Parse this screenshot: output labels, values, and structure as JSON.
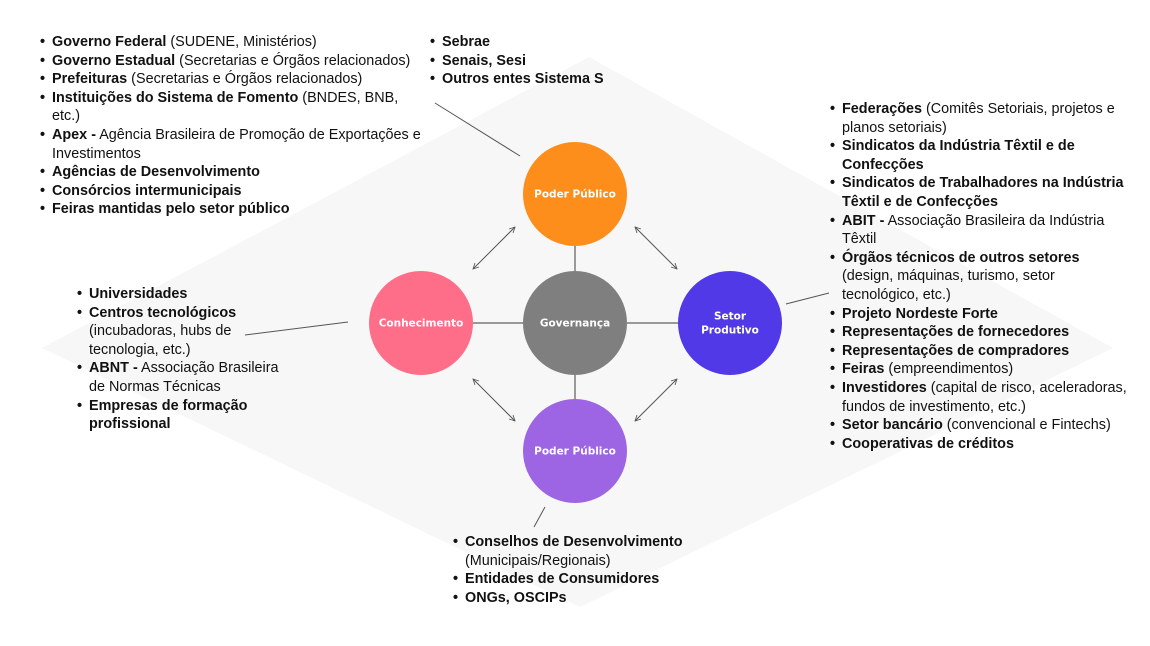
{
  "colors": {
    "background_shape": "#f7f7f7",
    "poder_publico_top": "#fd8e1b",
    "governanca": "#7f7f7f",
    "conhecimento": "#fe6e88",
    "setor_produtivo": "#5239e8",
    "poder_publico_bottom": "#9d65e3",
    "connector": "#666666"
  },
  "nodes": {
    "top": {
      "label": "Poder Público"
    },
    "center": {
      "label": "Governança"
    },
    "left": {
      "label": "Conhecimento"
    },
    "right": {
      "label_line1": "Setor",
      "label_line2": "Produtivo"
    },
    "bottom": {
      "label": "Poder Público"
    }
  },
  "lists": {
    "top_left": [
      {
        "bold": "Governo Federal",
        "normal": " (SUDENE, Ministérios)"
      },
      {
        "bold": "Governo Estadual",
        "normal": " (Secretarias e Órgãos relacionados)"
      },
      {
        "bold": "Prefeituras",
        "normal": " (Secretarias e Órgãos relacionados)"
      },
      {
        "bold": "Instituições do Sistema de Fomento",
        "normal": " (BNDES, BNB, etc.)"
      },
      {
        "bold": "Apex -",
        "normal": " Agência Brasileira de Promoção de Exportações e Investimentos"
      },
      {
        "bold": "Agências de Desenvolvimento",
        "normal": ""
      },
      {
        "bold": "Consórcios intermunicipais",
        "normal": ""
      },
      {
        "bold": "Feiras mantidas pelo setor público",
        "normal": ""
      }
    ],
    "top_center": [
      {
        "bold": "Sebrae",
        "normal": ""
      },
      {
        "bold": "Senais, Sesi",
        "normal": ""
      },
      {
        "bold": "Outros entes Sistema S",
        "normal": ""
      }
    ],
    "right": [
      {
        "bold": "Federações",
        "normal": " (Comitês Setoriais, projetos e planos setoriais)"
      },
      {
        "bold": "Sindicatos da Indústria Têxtil e de Confecções",
        "normal": ""
      },
      {
        "bold": "Sindicatos de Trabalhadores na Indústria Têxtil e de Confecções",
        "normal": ""
      },
      {
        "bold": "ABIT -",
        "normal": " Associação Brasileira da Indústria Têxtil"
      },
      {
        "bold": "Órgãos técnicos de outros setores",
        "normal": " (design, máquinas, turismo, setor tecnológico, etc.)"
      },
      {
        "bold": "Projeto Nordeste Forte",
        "normal": ""
      },
      {
        "bold": "Representações de fornecedores",
        "normal": ""
      },
      {
        "bold": "Representações de compradores",
        "normal": ""
      },
      {
        "bold": "Feiras",
        "normal": " (empreendimentos)"
      },
      {
        "bold": "Investidores",
        "normal": " (capital de risco, aceleradoras, fundos de investimento, etc.)"
      },
      {
        "bold": "Setor bancário",
        "normal": " (convencional e Fintechs)"
      },
      {
        "bold": "Cooperativas de créditos",
        "normal": ""
      }
    ],
    "left": [
      {
        "bold": "Universidades",
        "normal": ""
      },
      {
        "bold": "Centros tecnológicos",
        "normal": " (incubadoras, hubs de tecnologia, etc.)"
      },
      {
        "bold": "ABNT -",
        "normal": " Associação Brasileira de Normas Técnicas"
      },
      {
        "bold": "Empresas de formação profissional",
        "normal": ""
      }
    ],
    "bottom": [
      {
        "bold": "Conselhos de Desenvolvimento",
        "normal": " (Municipais/Regionais)"
      },
      {
        "bold": "Entidades de Consumidores",
        "normal": ""
      },
      {
        "bold": "ONGs, OSCIPs",
        "normal": ""
      }
    ]
  }
}
